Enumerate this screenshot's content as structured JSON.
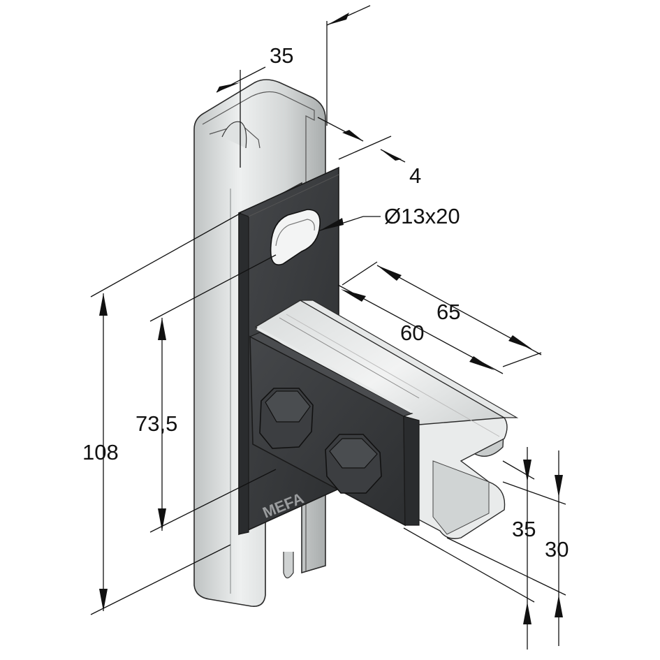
{
  "dimensions": {
    "channel_width": "35",
    "plate_thickness": "4",
    "slot_hole": "Ø13x20",
    "arm_length_outer": "65",
    "arm_length_inner": "60",
    "total_height": "108",
    "plate_height": "73,5",
    "arm_height": "35",
    "arm_depth": "30"
  },
  "brand": "MEFA",
  "colors": {
    "steel_light": "#e2e4e4",
    "steel_mid": "#c9cccc",
    "steel_dark": "#a9adad",
    "plate": "#3a3c3e",
    "plate_edge": "#202224",
    "line": "#111111"
  }
}
